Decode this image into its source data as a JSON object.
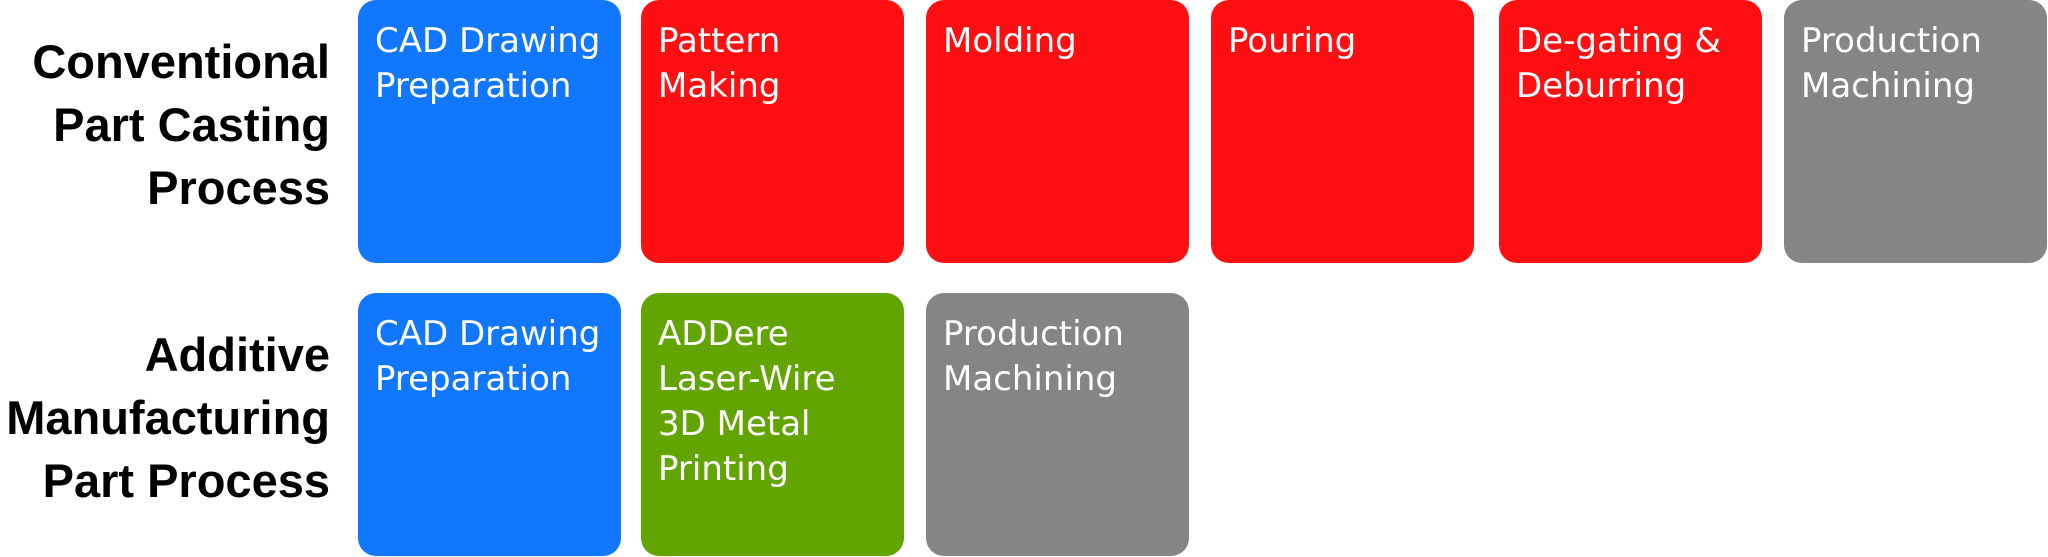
{
  "colors": {
    "cad": "#1177ff",
    "casting": "#ff0f12",
    "printing": "#62a502",
    "machining": "#858585",
    "label": "#000000",
    "background": "#ffffff"
  },
  "rows": [
    {
      "label_lines": [
        "Conventional",
        "Part Casting",
        "Process"
      ],
      "steps": [
        {
          "text": "CAD Drawing Preparation",
          "color": "cad"
        },
        {
          "text": "Pattern Making",
          "color": "casting"
        },
        {
          "text": "Molding",
          "color": "casting"
        },
        {
          "text": "Pouring",
          "color": "casting"
        },
        {
          "text": "De-gating & Deburring",
          "color": "casting"
        },
        {
          "text": "Production Machining",
          "color": "machining"
        }
      ]
    },
    {
      "label_lines": [
        "Additive",
        "Manufacturing",
        "Part Process"
      ],
      "steps": [
        {
          "text": "CAD Drawing Preparation",
          "color": "cad"
        },
        {
          "text": "ADDere Laser-Wire 3D Metal Printing",
          "color": "printing"
        },
        {
          "text": "Production Machining",
          "color": "machining"
        }
      ]
    }
  ]
}
